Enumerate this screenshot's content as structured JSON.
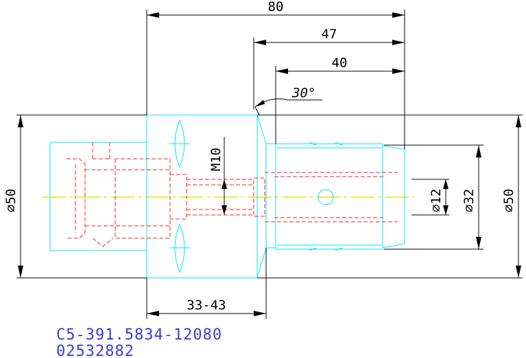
{
  "drawing": {
    "dimensions": {
      "overall_length": "80",
      "length_47": "47",
      "length_40": "40",
      "chamfer_angle": "30°",
      "thread": "M10",
      "dia_left": "⌀50",
      "dia_12": "⌀12",
      "dia_32": "⌀32",
      "dia_right": "⌀50",
      "adjust_range": "33-43"
    },
    "identifiers": {
      "part_number": "C5-391.5834-12080",
      "order_code": "02532882"
    },
    "colors": {
      "outline": "#00e6ff",
      "hidden_lines": "#ff2020",
      "center_line": "#e6e600",
      "dimension": "#000000",
      "id_text": "#3b3bd6"
    }
  }
}
